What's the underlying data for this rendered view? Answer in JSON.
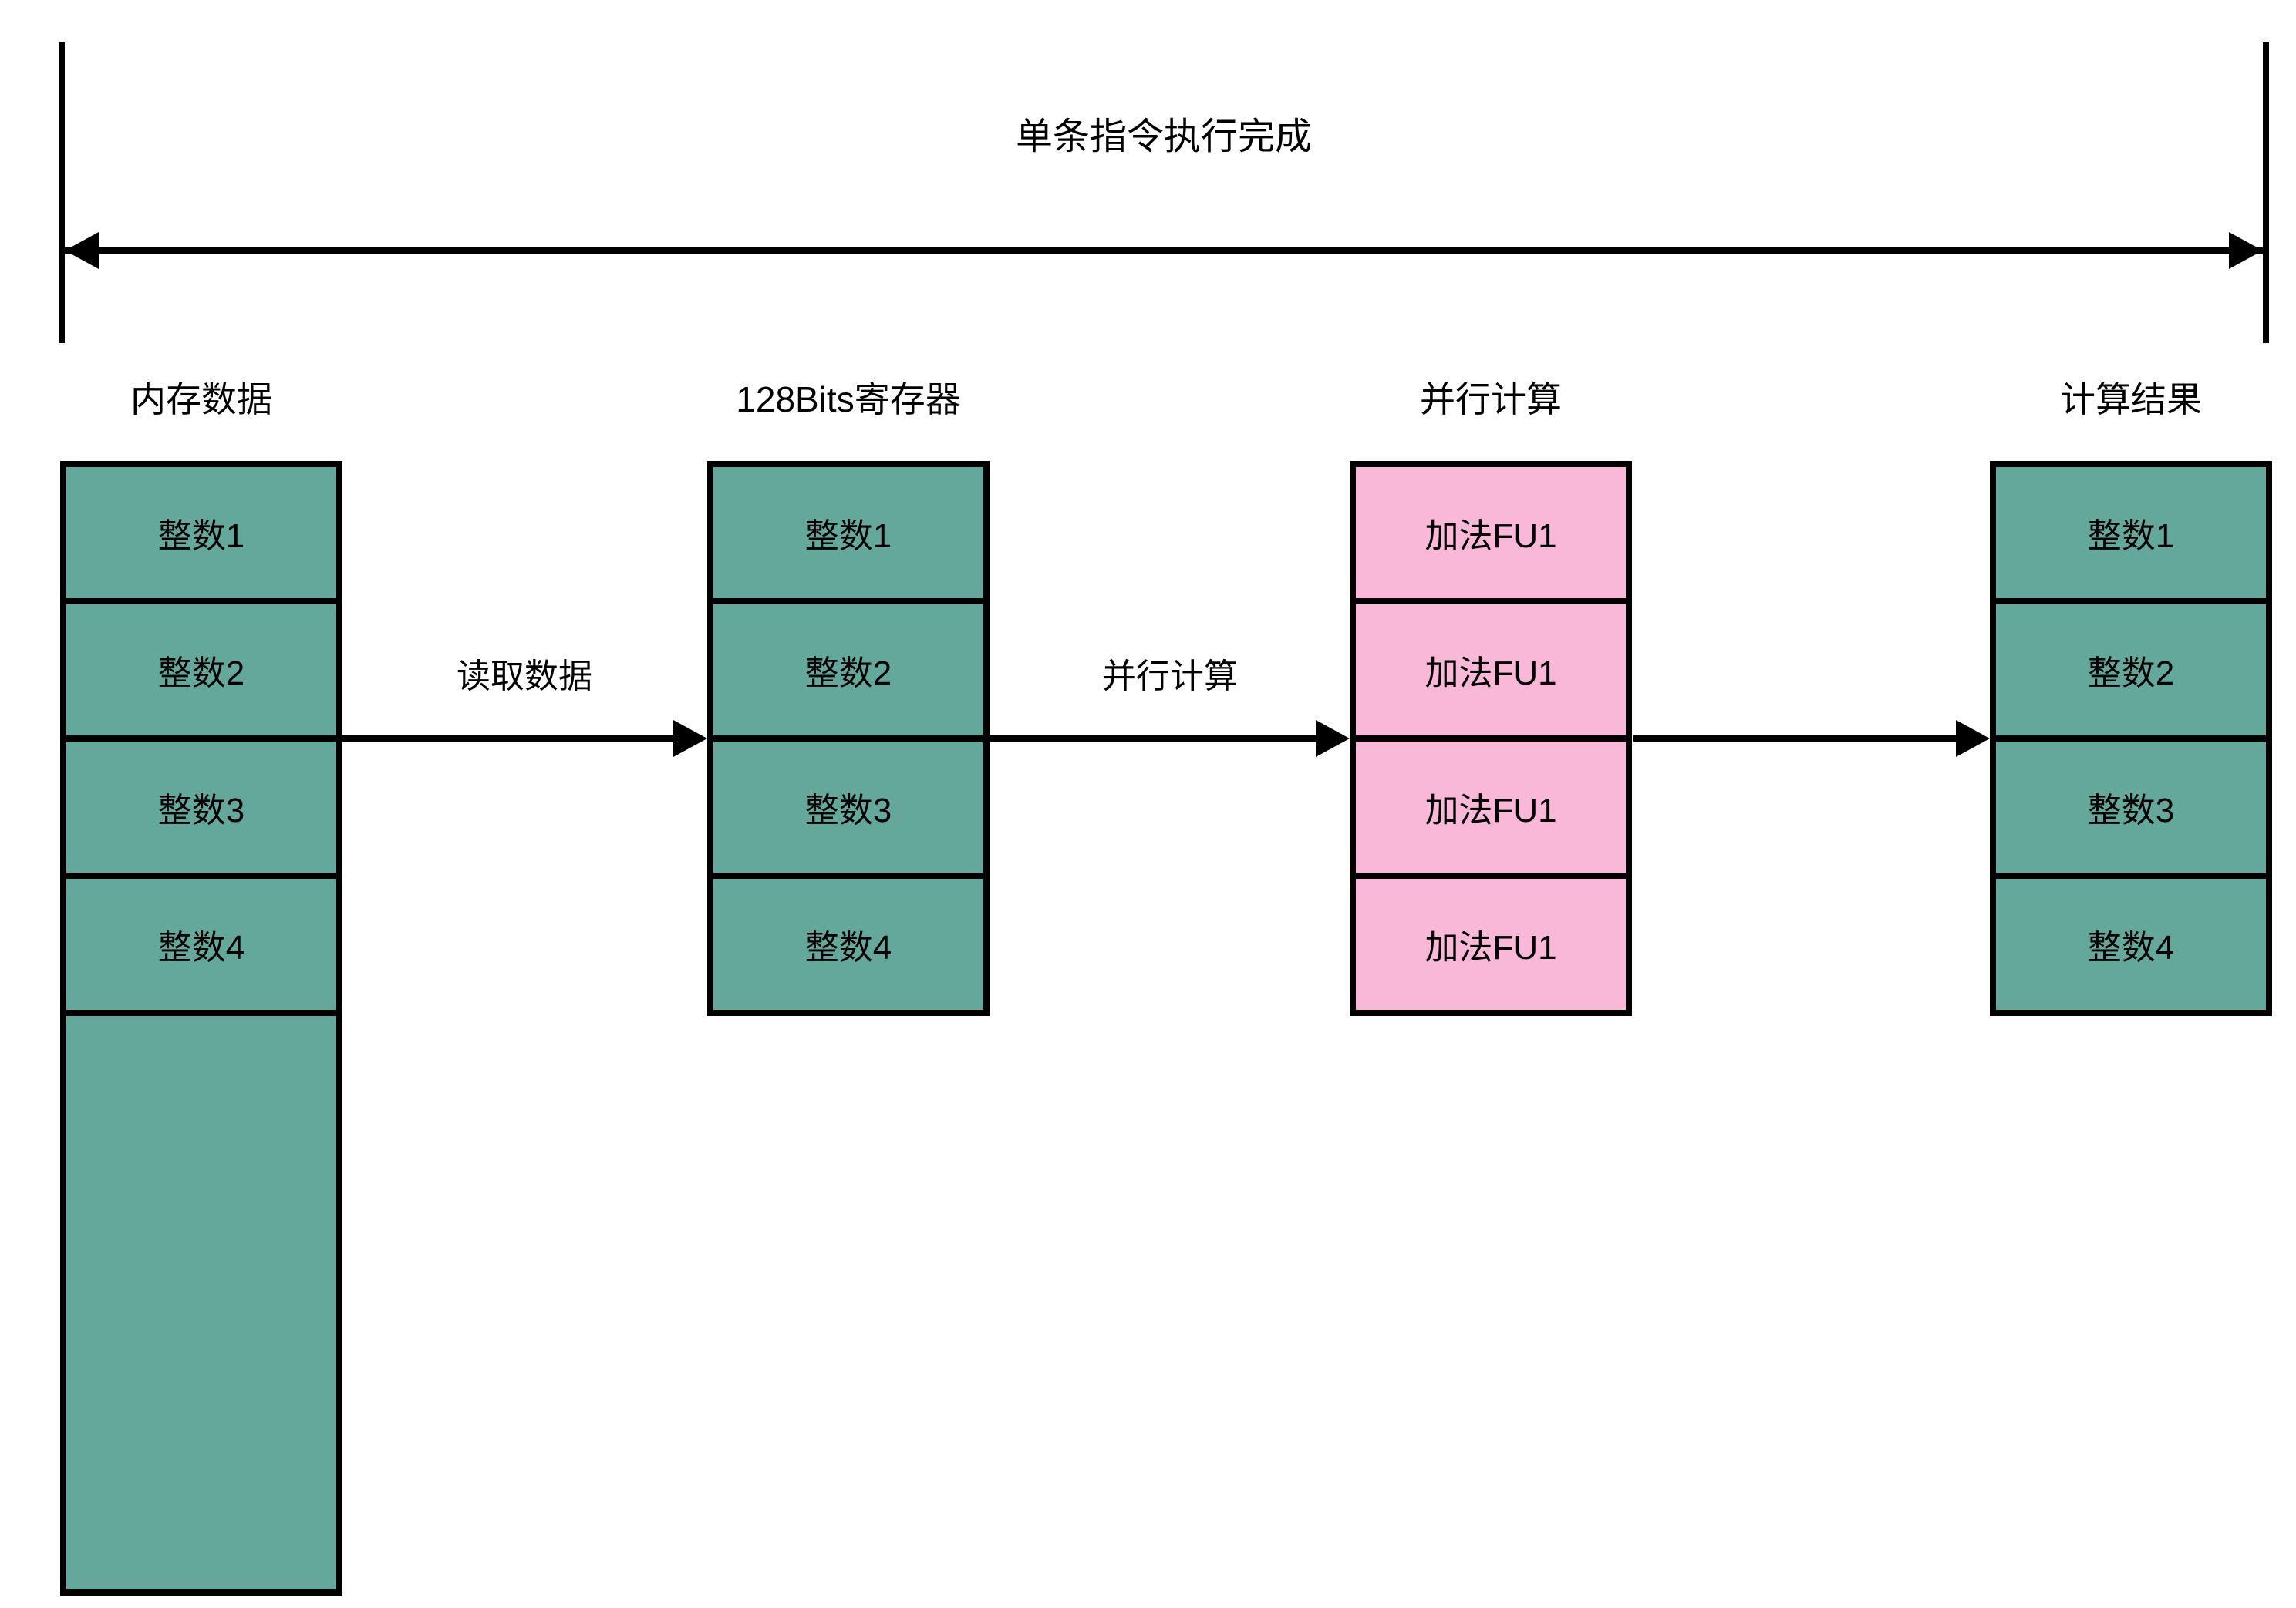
{
  "title": "单条指令执行完成",
  "colors": {
    "cell_green": "#64A89B",
    "cell_pink": "#FAB8D9",
    "line": "#000000",
    "background": "#FFFFFF"
  },
  "columns": [
    {
      "header": "内存数据",
      "color": "green",
      "cells": [
        "整数1",
        "整数2",
        "整数3",
        "整数4"
      ],
      "has_extra_empty_cell": true
    },
    {
      "header": "128Bits寄存器",
      "color": "green",
      "cells": [
        "整数1",
        "整数2",
        "整数3",
        "整数4"
      ]
    },
    {
      "header": "并行计算",
      "color": "pink",
      "cells": [
        "加法FU1",
        "加法FU1",
        "加法FU1",
        "加法FU1"
      ]
    },
    {
      "header": "计算结果",
      "color": "green",
      "cells": [
        "整数1",
        "整数2",
        "整数3",
        "整数4"
      ]
    }
  ],
  "arrows": [
    {
      "label": "读取数据"
    },
    {
      "label": "并行计算"
    },
    {
      "label": ""
    }
  ]
}
